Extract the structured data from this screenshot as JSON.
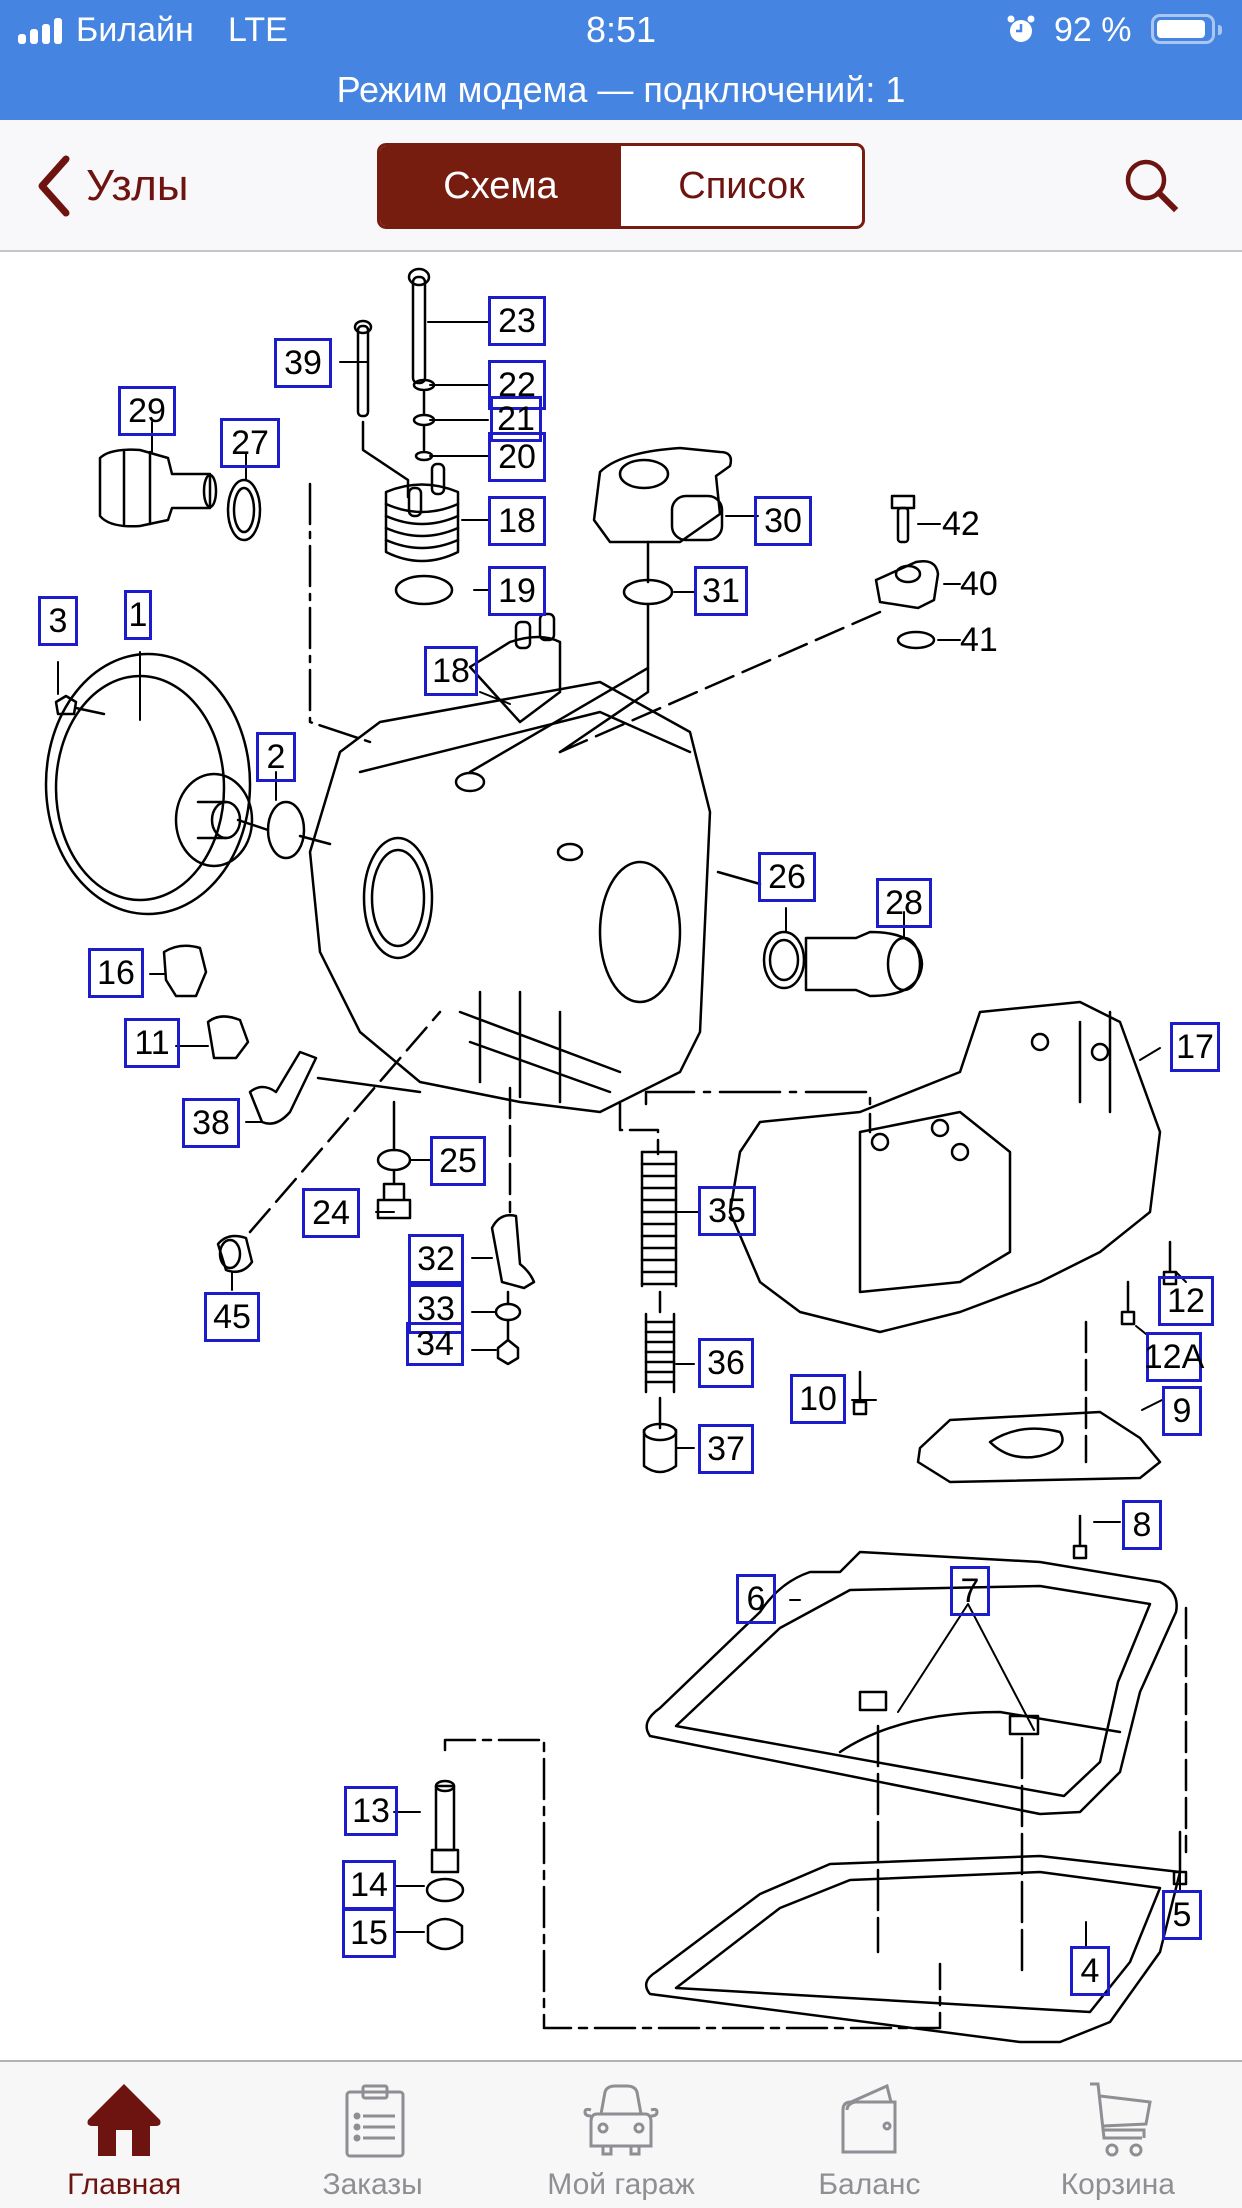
{
  "status_bar": {
    "carrier": "Билайн",
    "network": "LTE",
    "time": "8:51",
    "battery_percent": "92 %",
    "battery_level": 0.92,
    "hotspot_text": "Режим модема — подключений: 1",
    "background_color": "#4584e0"
  },
  "navbar": {
    "back_label": "Узлы",
    "segments": [
      {
        "label": "Схема",
        "active": true
      },
      {
        "label": "Список",
        "active": false
      }
    ],
    "search_icon": "search-icon",
    "accent_color": "#771d10"
  },
  "diagram": {
    "callout_color": "#1c1ccc",
    "callouts": [
      {
        "label": "23"
      },
      {
        "label": "39"
      },
      {
        "label": "22"
      },
      {
        "label": "21"
      },
      {
        "label": "20"
      },
      {
        "label": "29"
      },
      {
        "label": "27"
      },
      {
        "label": "18"
      },
      {
        "label": "30"
      },
      {
        "label": "19"
      },
      {
        "label": "31"
      },
      {
        "label": "3"
      },
      {
        "label": "1"
      },
      {
        "label": "18"
      },
      {
        "label": "2"
      },
      {
        "label": "26"
      },
      {
        "label": "28"
      },
      {
        "label": "16"
      },
      {
        "label": "17"
      },
      {
        "label": "11"
      },
      {
        "label": "38"
      },
      {
        "label": "25"
      },
      {
        "label": "35"
      },
      {
        "label": "24"
      },
      {
        "label": "32"
      },
      {
        "label": "12"
      },
      {
        "label": "33"
      },
      {
        "label": "45"
      },
      {
        "label": "34"
      },
      {
        "label": "12A"
      },
      {
        "label": "36"
      },
      {
        "label": "10"
      },
      {
        "label": "9"
      },
      {
        "label": "37"
      },
      {
        "label": "8"
      },
      {
        "label": "6"
      },
      {
        "label": "7"
      },
      {
        "label": "13"
      },
      {
        "label": "14"
      },
      {
        "label": "15"
      },
      {
        "label": "5"
      },
      {
        "label": "4"
      }
    ],
    "plain_labels": [
      {
        "label": "42"
      },
      {
        "label": "40"
      },
      {
        "label": "41"
      }
    ]
  },
  "tabbar": {
    "items": [
      {
        "label": "Главная",
        "icon": "home-icon",
        "active": true
      },
      {
        "label": "Заказы",
        "icon": "clipboard-icon",
        "active": false
      },
      {
        "label": "Мой гараж",
        "icon": "car-icon",
        "active": false
      },
      {
        "label": "Баланс",
        "icon": "wallet-icon",
        "active": false
      },
      {
        "label": "Корзина",
        "icon": "cart-icon",
        "active": false
      }
    ]
  }
}
